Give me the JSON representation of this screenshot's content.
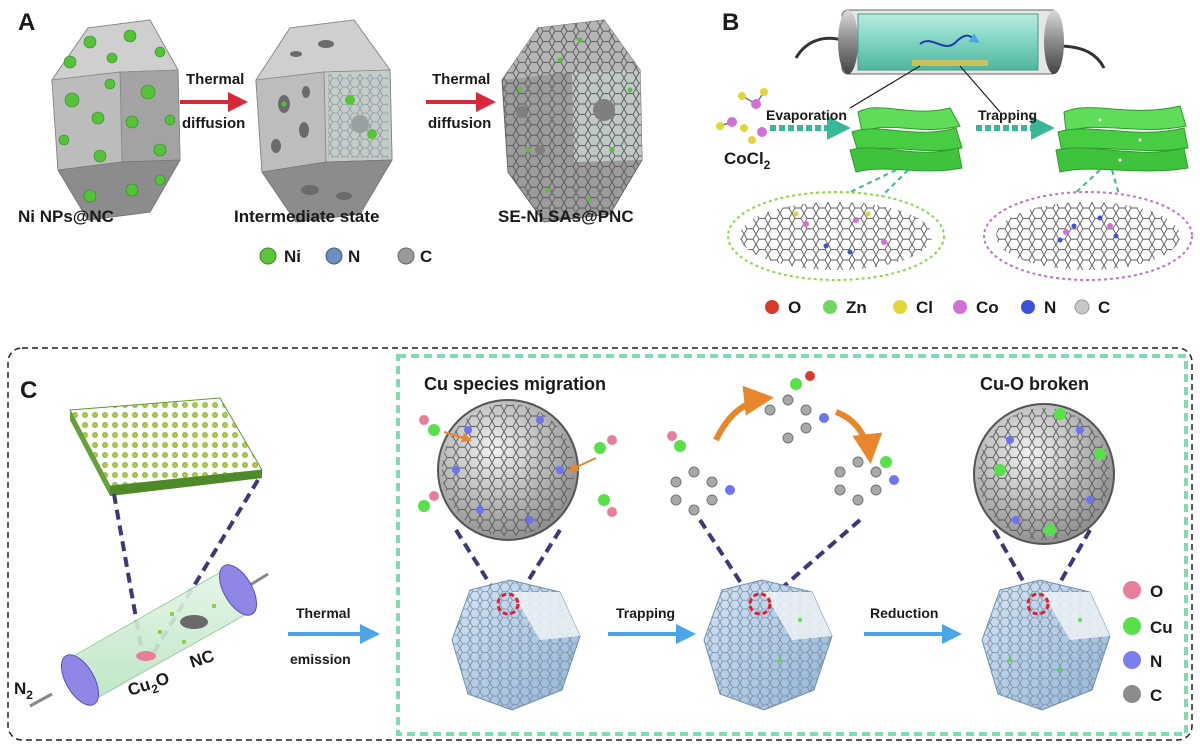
{
  "panel_a": {
    "label": "A",
    "arrow_1": {
      "line1": "Thermal",
      "line2": "diffusion"
    },
    "arrow_2": {
      "line1": "Thermal",
      "line2": "diffusion"
    },
    "caption_1": "Ni NPs@NC",
    "caption_2": "Intermediate state",
    "caption_3": "SE-Ni SAs@PNC",
    "legend": [
      {
        "label": "Ni",
        "color": "#5cc53c"
      },
      {
        "label": "N",
        "color": "#6b8fbf"
      },
      {
        "label": "C",
        "color": "#9a9a9a"
      }
    ]
  },
  "panel_b": {
    "label": "B",
    "precursor": "CoCl",
    "precursor_sub": "2",
    "step_1": "Evaporation",
    "step_2": "Trapping",
    "legend": [
      {
        "label": "O",
        "color": "#d93b2b"
      },
      {
        "label": "Zn",
        "color": "#6fd860"
      },
      {
        "label": "Cl",
        "color": "#e0d83a"
      },
      {
        "label": "Co",
        "color": "#d36fd6"
      },
      {
        "label": "N",
        "color": "#3b52d9"
      },
      {
        "label": "C",
        "color": "#c8c8c8"
      }
    ]
  },
  "panel_c": {
    "label": "C",
    "gas": "N",
    "gas_sub": "2",
    "source_main": "Cu",
    "source_sub": "2",
    "source_tail": "O",
    "target": "NC",
    "arrow_1": {
      "line1": "Thermal",
      "line2": "emission"
    },
    "arrow_2": "Trapping",
    "arrow_3": "Reduction",
    "title_1": "Cu species migration",
    "title_2": "Cu-O broken",
    "legend": [
      {
        "label": "O",
        "color": "#e87e9a"
      },
      {
        "label": "Cu",
        "color": "#57e04a"
      },
      {
        "label": "N",
        "color": "#7a7ef0"
      },
      {
        "label": "C",
        "color": "#8c8c8c"
      }
    ]
  }
}
